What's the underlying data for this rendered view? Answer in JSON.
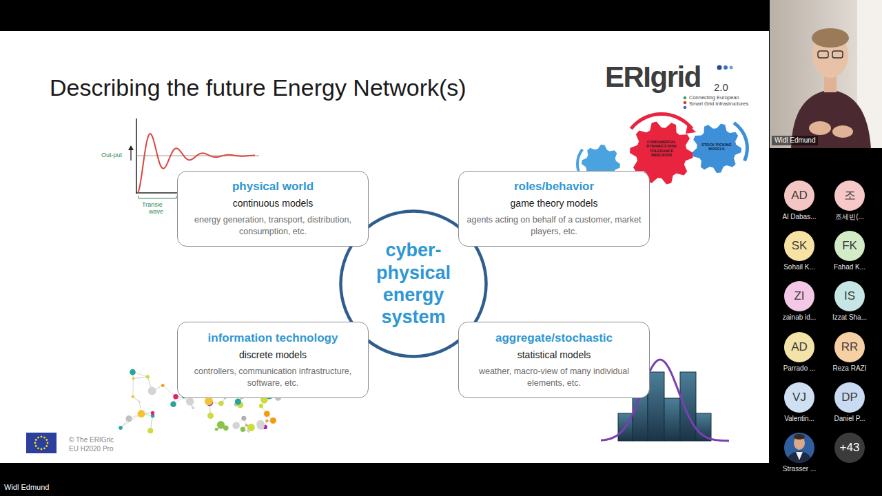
{
  "diagram": {
    "title": "Describing the future Energy Network(s)",
    "nodes": [
      {
        "text": [
          "physical world",
          "continuous models",
          "energy generation, transport, distribution, consumption, etc."
        ]
      },
      {
        "text": [
          "roles/behavior",
          "game theory models",
          "agents acting on behalf of a customer, market players, etc."
        ]
      },
      {
        "text": [
          "cyber-physical energy system"
        ]
      },
      {
        "text": [
          "information technology",
          "discrete models",
          "controllers, communication infrastructure, software, etc."
        ]
      },
      {
        "text": [
          "aggregate/stochastic",
          "statistical models",
          "weather, macro-view of many individual elements, etc."
        ]
      },
      {
        "text": [
          "AD",
          "Al Dabas..."
        ]
      },
      {
        "text": [
          "조",
          "조세빈(..."
        ]
      },
      {
        "text": [
          "SK",
          "Sohail K..."
        ]
      },
      {
        "text": [
          "FK",
          "Fahad K..."
        ]
      },
      {
        "text": [
          "ZI",
          "zainab id..."
        ]
      },
      {
        "text": [
          "IS",
          "Izzat Sha..."
        ]
      },
      {
        "text": [
          "AD",
          "Parrado ..."
        ]
      },
      {
        "text": [
          "RR",
          "Reza RAZI"
        ]
      },
      {
        "text": [
          "VJ",
          "Valentin..."
        ]
      },
      {
        "text": [
          "DP",
          "Daniel P..."
        ]
      },
      {
        "text": [
          "+43"
        ]
      }
    ],
    "labels": [
      "Out-put",
      "Transie",
      "wave",
      "FUNDAMENTAL DYNAMICS RISK TOLERANCE INDICATOR",
      "STOCK PICKING MODELS",
      "ERIgrid",
      "2.0",
      "Connecting European",
      "Smart Grid Infrastructures",
      "© The ERIGric",
      "EU H2020 Pro",
      "Widl Edmund",
      "Strasser ...",
      "Widl Edmund"
    ]
  }
}
